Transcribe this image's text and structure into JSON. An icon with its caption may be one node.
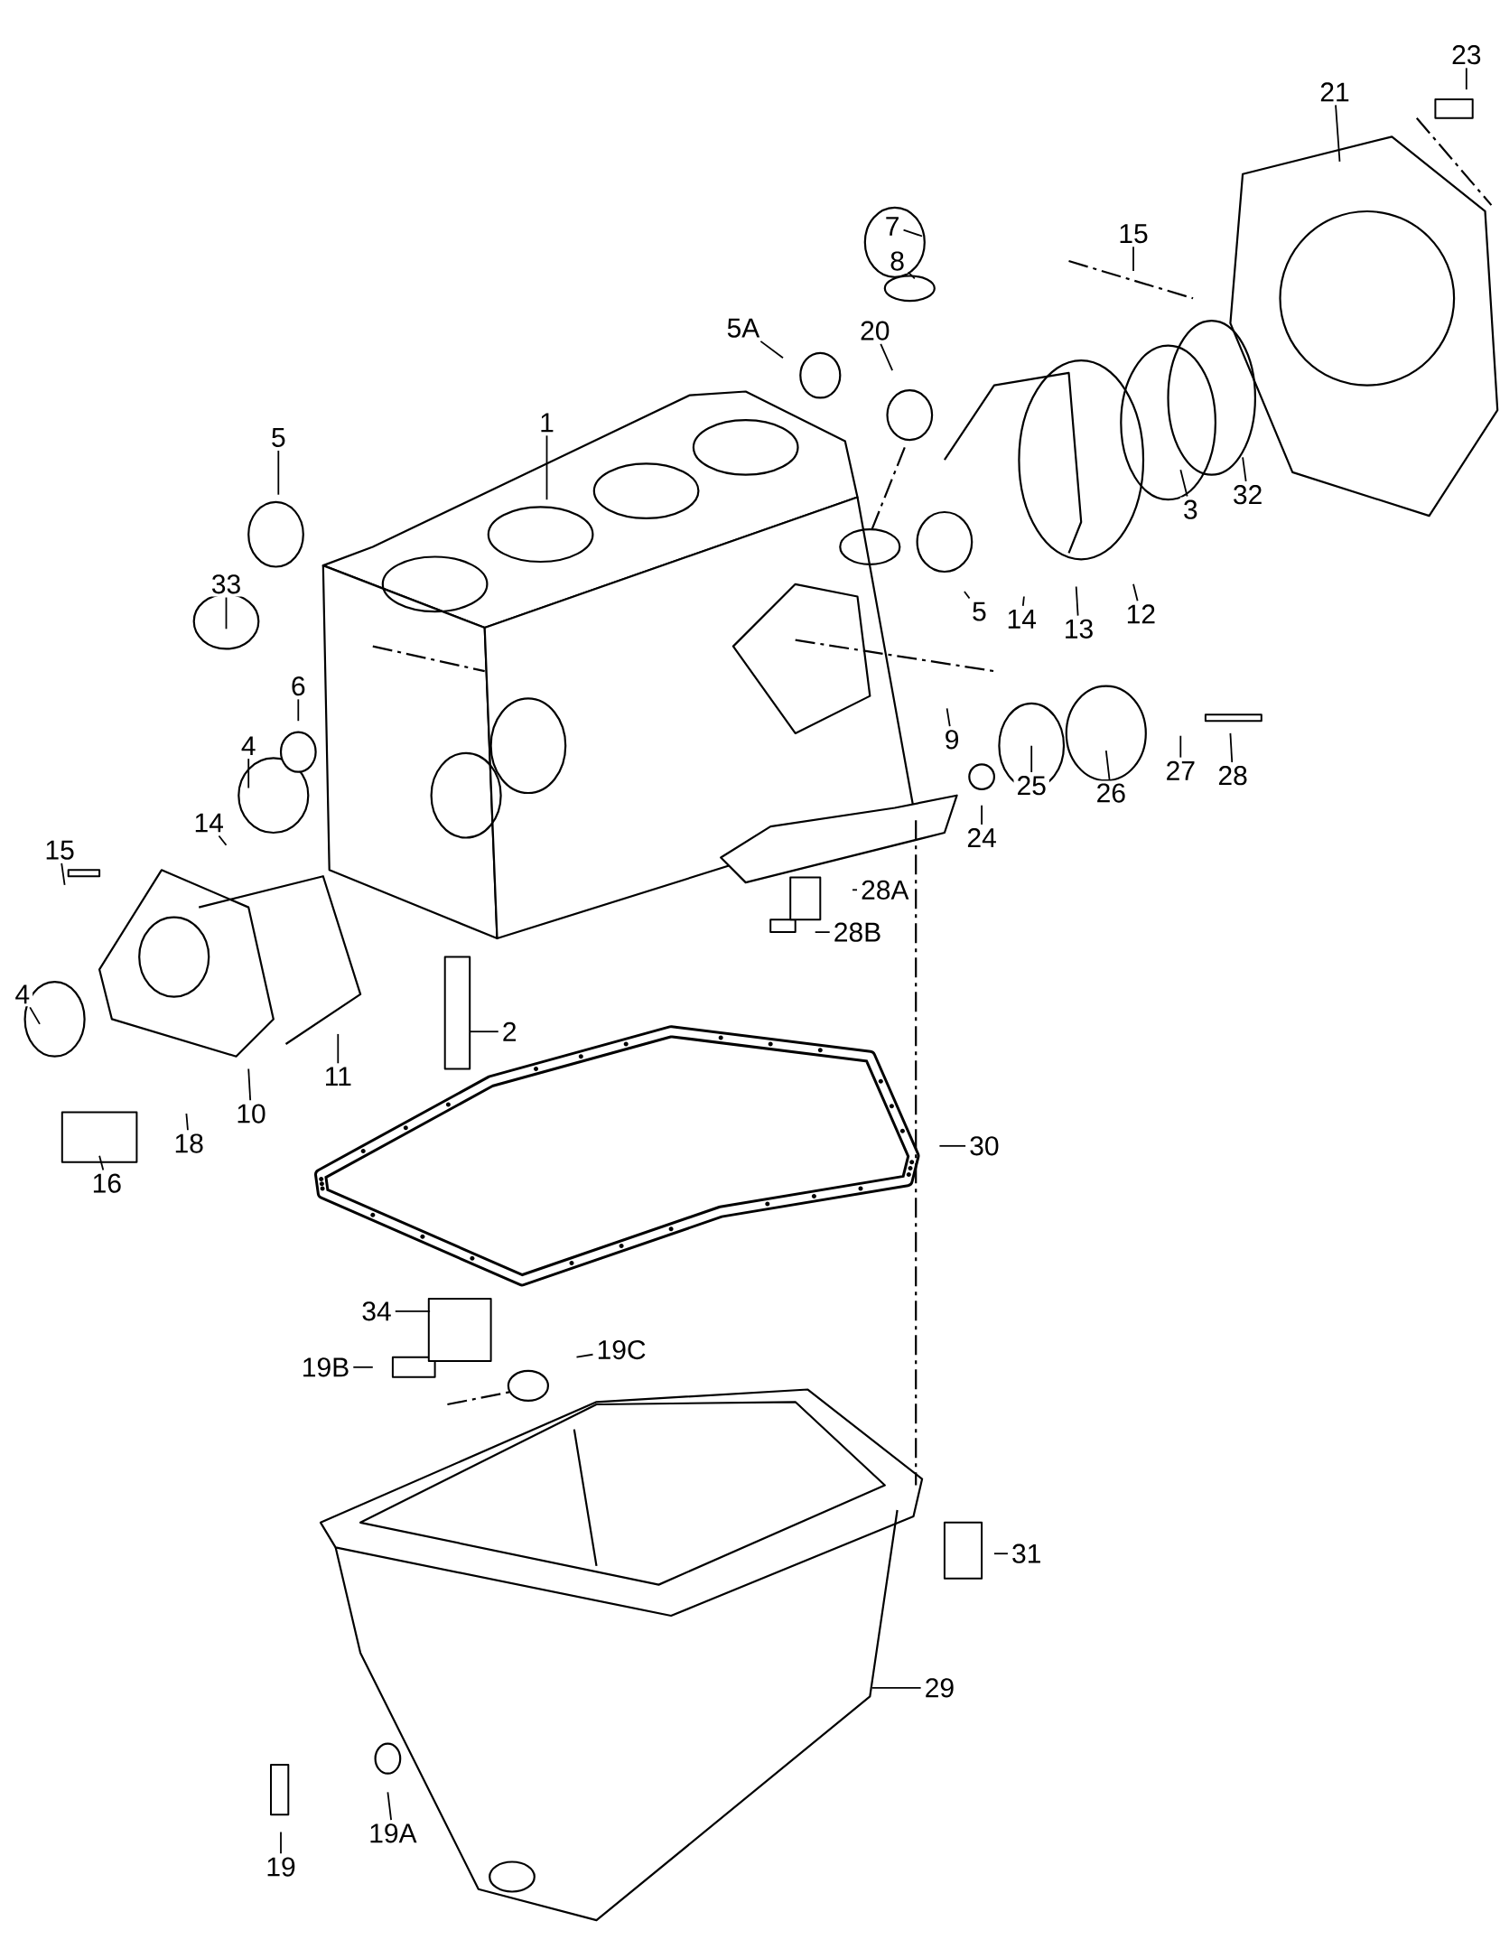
{
  "diagram": {
    "nodes": [
      {
        "text": [
          "23"
        ]
      },
      {
        "text": [
          "21"
        ]
      },
      {
        "text": [
          "7"
        ]
      },
      {
        "text": [
          "15"
        ]
      },
      {
        "text": [
          "8"
        ]
      },
      {
        "text": [
          "20"
        ]
      },
      {
        "text": [
          "5A"
        ]
      },
      {
        "text": [
          "1"
        ]
      },
      {
        "text": [
          "5"
        ]
      },
      {
        "text": [
          "32"
        ]
      },
      {
        "text": [
          "3"
        ]
      },
      {
        "text": [
          "33"
        ]
      },
      {
        "text": [
          "12"
        ]
      },
      {
        "text": [
          "5"
        ]
      },
      {
        "text": [
          "14"
        ]
      },
      {
        "text": [
          "13"
        ]
      },
      {
        "text": [
          "6"
        ]
      },
      {
        "text": [
          "9"
        ]
      },
      {
        "text": [
          "4"
        ]
      },
      {
        "text": [
          "28"
        ]
      },
      {
        "text": [
          "27"
        ]
      },
      {
        "text": [
          "25"
        ]
      },
      {
        "text": [
          "26"
        ]
      },
      {
        "text": [
          "14"
        ]
      },
      {
        "text": [
          "24"
        ]
      },
      {
        "text": [
          "15"
        ]
      },
      {
        "text": [
          "28A"
        ]
      },
      {
        "text": [
          "28B"
        ]
      },
      {
        "text": [
          "4"
        ]
      },
      {
        "text": [
          "2"
        ]
      },
      {
        "text": [
          "11"
        ]
      },
      {
        "text": [
          "10"
        ]
      },
      {
        "text": [
          "18"
        ]
      },
      {
        "text": [
          "16"
        ]
      },
      {
        "text": [
          "30"
        ]
      },
      {
        "text": [
          "34"
        ]
      },
      {
        "text": [
          "19C"
        ]
      },
      {
        "text": [
          "19B"
        ]
      },
      {
        "text": [
          "31"
        ]
      },
      {
        "text": [
          "29"
        ]
      },
      {
        "text": [
          "19A"
        ]
      },
      {
        "text": [
          "19"
        ]
      }
    ],
    "edges": [
      {
        "from": 0,
        "to": null,
        "arrow": "none"
      },
      {
        "from": 1,
        "to": null,
        "arrow": "none"
      },
      {
        "from": 2,
        "to": null,
        "arrow": "none"
      },
      {
        "from": 3,
        "to": null,
        "arrow": "none"
      },
      {
        "from": 4,
        "to": null,
        "arrow": "none"
      },
      {
        "from": 5,
        "to": null,
        "arrow": "none"
      },
      {
        "from": 6,
        "to": null,
        "arrow": "none"
      },
      {
        "from": 7,
        "to": null,
        "arrow": "none"
      },
      {
        "from": 8,
        "to": null,
        "arrow": "none"
      },
      {
        "from": 9,
        "to": null,
        "arrow": "none"
      },
      {
        "from": 10,
        "to": null,
        "arrow": "none"
      },
      {
        "from": 11,
        "to": null,
        "arrow": "none"
      },
      {
        "from": 12,
        "to": null,
        "arrow": "none"
      },
      {
        "from": 13,
        "to": null,
        "arrow": "none"
      },
      {
        "from": 14,
        "to": null,
        "arrow": "none"
      },
      {
        "from": 15,
        "to": null,
        "arrow": "none"
      },
      {
        "from": 16,
        "to": null,
        "arrow": "none"
      },
      {
        "from": 17,
        "to": null,
        "arrow": "none"
      },
      {
        "from": 18,
        "to": null,
        "arrow": "none"
      },
      {
        "from": 19,
        "to": null,
        "arrow": "none"
      },
      {
        "from": 20,
        "to": null,
        "arrow": "none"
      },
      {
        "from": 21,
        "to": null,
        "arrow": "none"
      },
      {
        "from": 22,
        "to": null,
        "arrow": "none"
      },
      {
        "from": 23,
        "to": null,
        "arrow": "none"
      },
      {
        "from": 24,
        "to": null,
        "arrow": "none"
      },
      {
        "from": 25,
        "to": null,
        "arrow": "none"
      },
      {
        "from": 26,
        "to": null,
        "arrow": "none"
      },
      {
        "from": 27,
        "to": null,
        "arrow": "none"
      },
      {
        "from": 28,
        "to": null,
        "arrow": "none"
      },
      {
        "from": 29,
        "to": null,
        "arrow": "none"
      },
      {
        "from": 30,
        "to": null,
        "arrow": "none"
      },
      {
        "from": 31,
        "to": null,
        "arrow": "none"
      },
      {
        "from": 32,
        "to": null,
        "arrow": "none"
      },
      {
        "from": 33,
        "to": null,
        "arrow": "none"
      },
      {
        "from": 34,
        "to": null,
        "arrow": "none"
      },
      {
        "from": 35,
        "to": null,
        "arrow": "none"
      },
      {
        "from": 36,
        "to": null,
        "arrow": "none"
      },
      {
        "from": 37,
        "to": null,
        "arrow": "none"
      },
      {
        "from": 38,
        "to": null,
        "arrow": "none"
      },
      {
        "from": 39,
        "to": null,
        "arrow": "none"
      },
      {
        "from": 40,
        "to": null,
        "arrow": "none"
      },
      {
        "from": 41,
        "to": null,
        "arrow": "none"
      }
    ]
  }
}
